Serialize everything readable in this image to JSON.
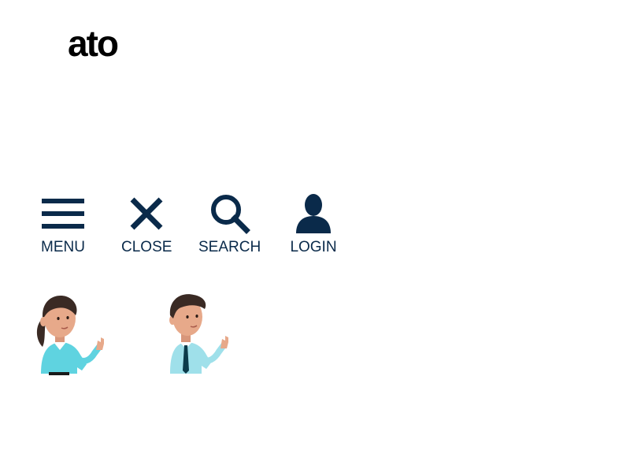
{
  "brand": {
    "logo_text": "ato",
    "logo_color": "#000000"
  },
  "toolbar": {
    "icon_color": "#0a2a4a",
    "items": [
      {
        "label": "MENU",
        "icon": "hamburger-icon"
      },
      {
        "label": "CLOSE",
        "icon": "close-icon"
      },
      {
        "label": "SEARCH",
        "icon": "search-icon"
      },
      {
        "label": "LOGIN",
        "icon": "user-icon"
      }
    ]
  },
  "avatars": [
    {
      "icon": "woman-waving-illustration"
    },
    {
      "icon": "man-waving-illustration"
    }
  ],
  "colors": {
    "shirt": "#5fd3e0",
    "skin": "#e7a98a",
    "hair": "#3a2a24",
    "tie": "#0c3b4a"
  }
}
